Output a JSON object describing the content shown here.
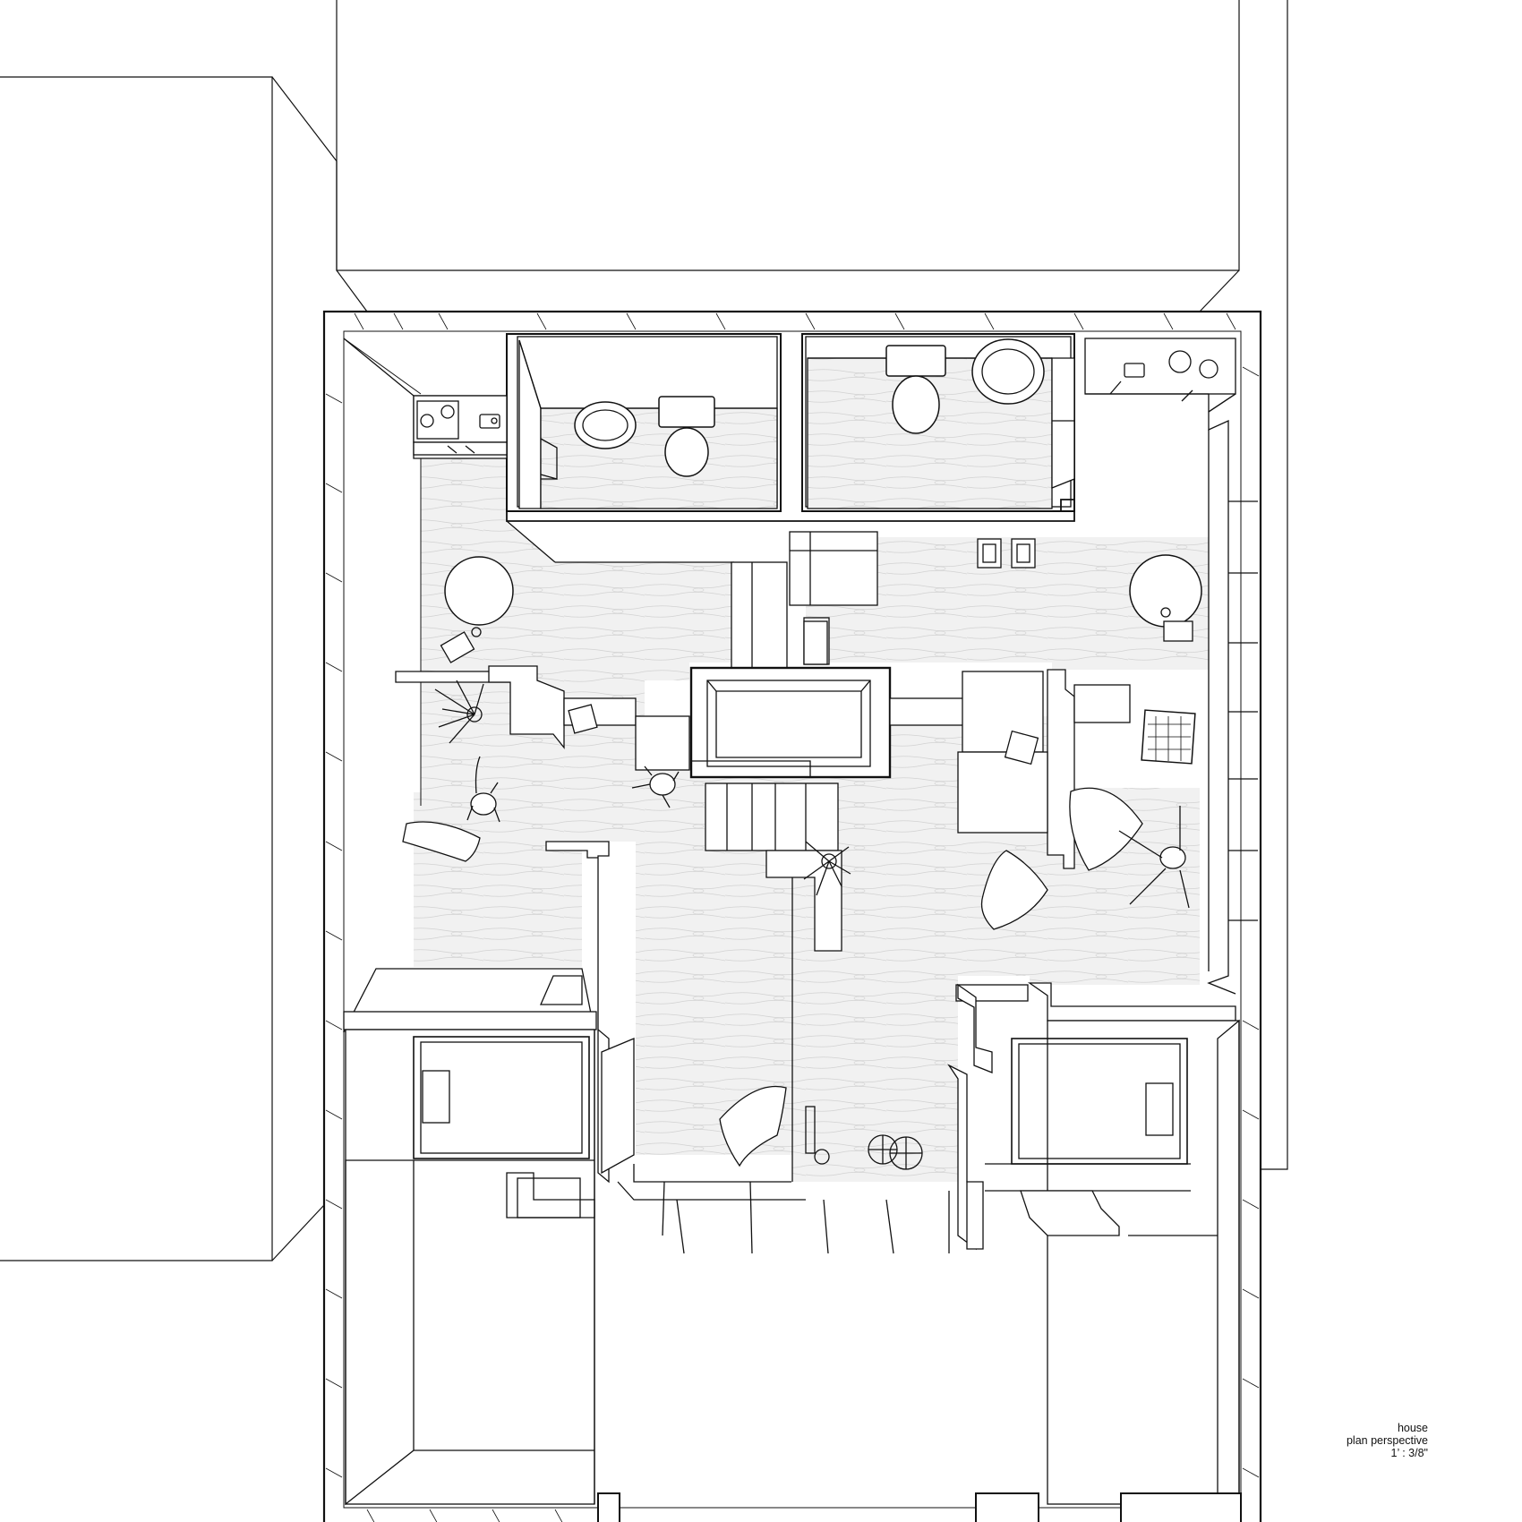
{
  "caption": {
    "title": "house",
    "subtitle": "plan perspective",
    "scale": "1’ : 3/8\""
  },
  "colors": {
    "line": "#111111",
    "floor": "#f1f1f1",
    "background": "#ffffff"
  },
  "rooms": [
    "bathroom-left",
    "bathroom-right",
    "living-area",
    "bedroom-left",
    "bedroom-right",
    "stair-core"
  ]
}
